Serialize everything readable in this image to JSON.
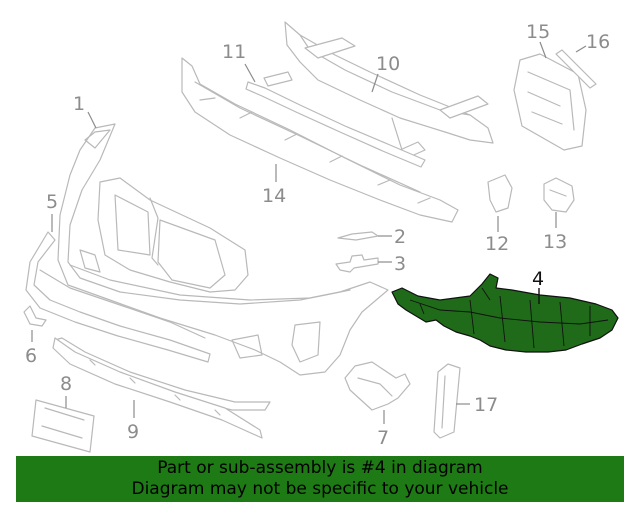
{
  "callouts": {
    "c1": "1",
    "c2": "2",
    "c3": "3",
    "c4": "4",
    "c5": "5",
    "c6": "6",
    "c7": "7",
    "c8": "8",
    "c9": "9",
    "c10": "10",
    "c11": "11",
    "c12": "12",
    "c13": "13",
    "c14": "14",
    "c15": "15",
    "c16": "16",
    "c17": "17"
  },
  "highlighted_part": "4",
  "banner": {
    "line1": "Part or sub-assembly is #4 in diagram",
    "line2": "Diagram may not be specific to your vehicle",
    "background": "#1e7a14"
  },
  "colors": {
    "highlight": "#1f6b1a",
    "line_art": "#b9b9b9"
  }
}
